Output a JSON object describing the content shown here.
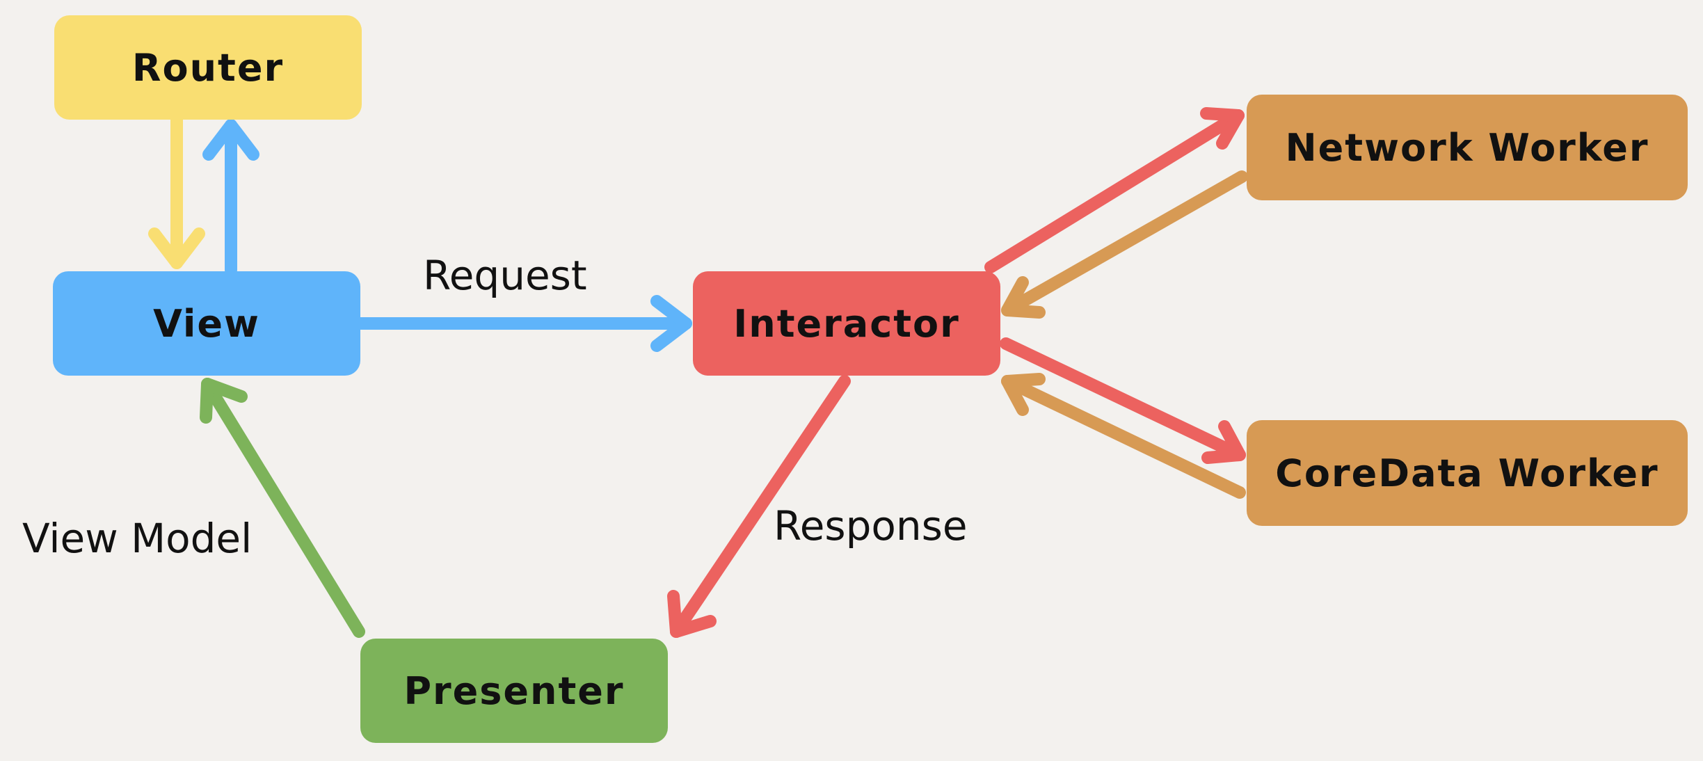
{
  "colors": {
    "background": "#f3f1ee",
    "router": "#f9de72",
    "view": "#5fb4fa",
    "interactor": "#ec625f",
    "presenter": "#7db35a",
    "worker": "#d79a54"
  },
  "nodes": {
    "router": "Router",
    "view": "View",
    "interactor": "Interactor",
    "presenter": "Presenter",
    "network_worker": "Network Worker",
    "coredata_worker": "CoreData Worker"
  },
  "labels": {
    "request": "Request",
    "response": "Response",
    "view_model": "View Model"
  }
}
